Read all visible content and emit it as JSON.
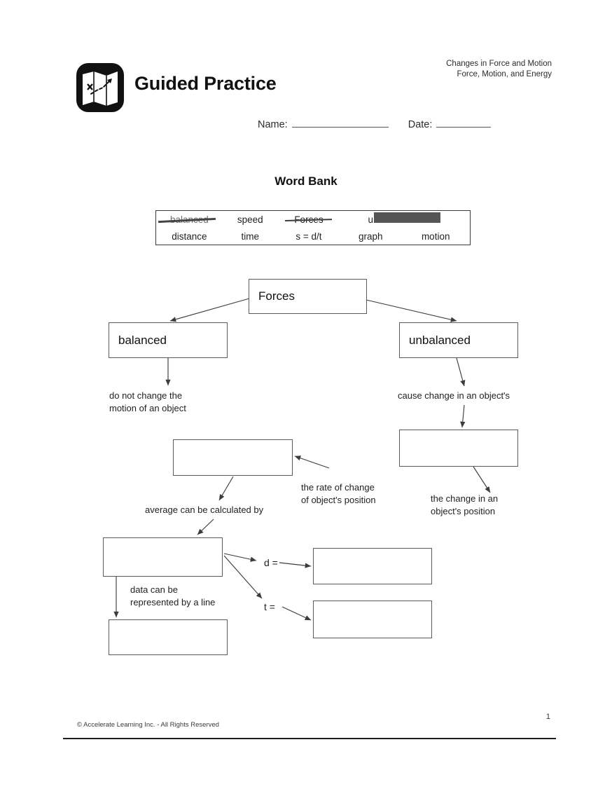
{
  "header": {
    "logo_icon": "treasure-map-icon",
    "title": "Guided Practice",
    "subject_line1": "Changes in Force and Motion",
    "subject_line2": "Force, Motion, and Energy",
    "name_label": "Name:",
    "date_label": "Date:"
  },
  "word_bank": {
    "title": "Word Bank",
    "row1": [
      {
        "text": "balanced",
        "state": "crossed-out-heavy"
      },
      {
        "text": "speed",
        "state": "normal"
      },
      {
        "text": "Forces",
        "state": "crossed-out"
      },
      {
        "text": "u",
        "state": "redacted",
        "full_word": "unbalanced"
      }
    ],
    "row2": [
      {
        "text": "distance",
        "state": "normal"
      },
      {
        "text": "time",
        "state": "normal"
      },
      {
        "text": "s = d/t",
        "state": "normal"
      },
      {
        "text": "graph",
        "state": "normal"
      },
      {
        "text": "motion",
        "state": "normal"
      }
    ]
  },
  "diagram": {
    "nodes": {
      "forces": "Forces",
      "balanced": "balanced",
      "unbalanced": "unbalanced",
      "speed_blank": "",
      "distance_blank": "",
      "formula_blank": "",
      "graph_blank": "",
      "d_value_blank": "",
      "t_value_blank": ""
    },
    "labels": {
      "balanced_desc": "do not change the\nmotion of an object",
      "unbalanced_desc": "cause change in an object's",
      "rate_desc": "the rate of change\nof object's position",
      "change_desc": "the change in an\nobject's position",
      "average_desc": "average can be calculated by",
      "data_desc": "data can be\nrepresented by a line",
      "d_equals": "d =",
      "t_equals": "t ="
    }
  },
  "footer": {
    "copyright": "© Accelerate Learning Inc. - All Rights Reserved",
    "page_number": "1"
  },
  "colors": {
    "ink": "#1a1a1a",
    "box_border": "#5a5a5a",
    "redaction": "#555555"
  }
}
